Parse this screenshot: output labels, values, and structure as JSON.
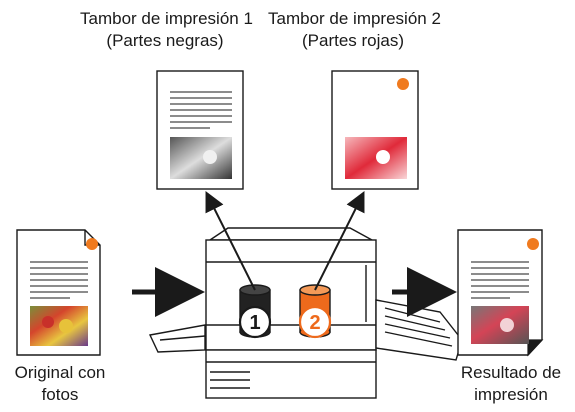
{
  "drum1": {
    "title": "Tambor de impresión 1",
    "subtitle": "(Partes negras)",
    "number": "1",
    "color": "#222222"
  },
  "drum2": {
    "title": "Tambor de impresión 2",
    "subtitle": "(Partes rojas)",
    "number": "2",
    "color": "#ee6a1c"
  },
  "original": {
    "line1": "Original con",
    "line2": "fotos"
  },
  "result": {
    "line1_a": "Resultado",
    "line1_b": "de",
    "line2": "impresión"
  },
  "colors": {
    "accent_red": "#e8202a",
    "accent_orange": "#f07a1e",
    "outline": "#1a1a1a"
  }
}
